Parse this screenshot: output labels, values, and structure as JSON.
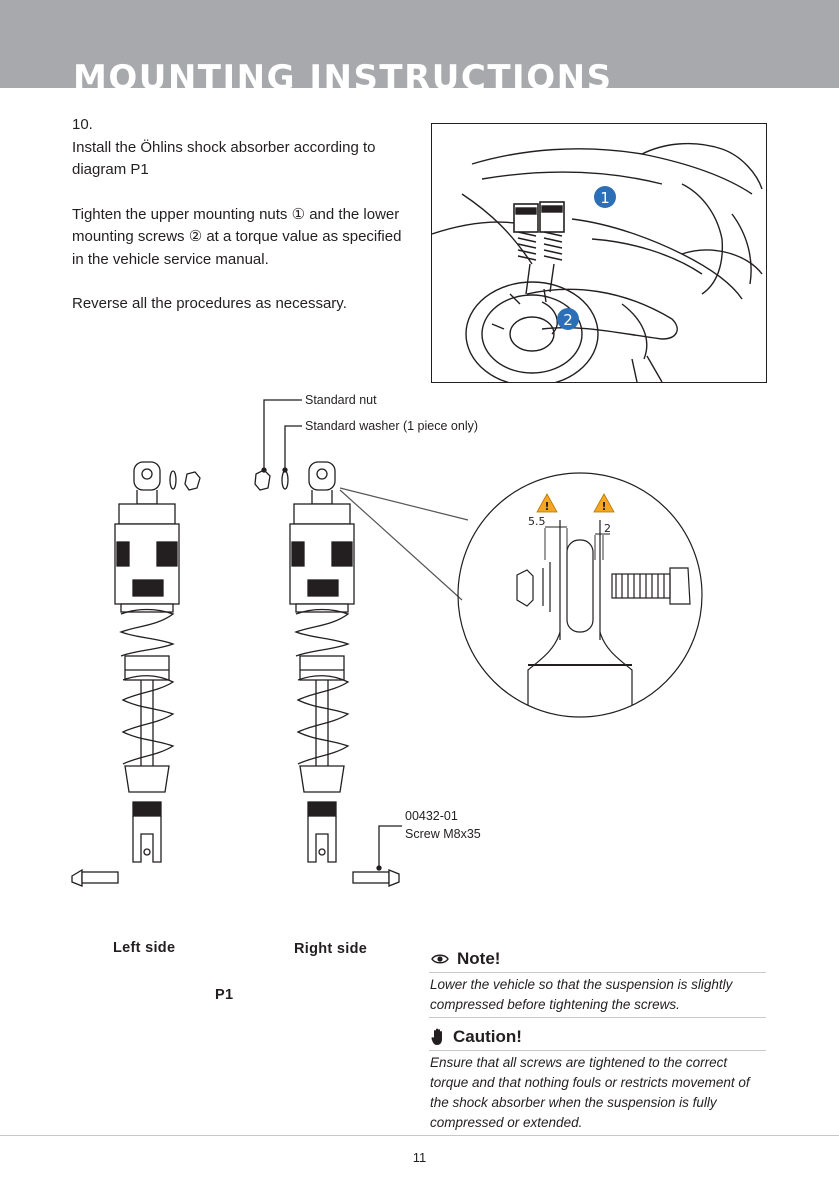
{
  "header": {
    "title": "MOUNTING INSTRUCTIONS"
  },
  "instructions": {
    "step_number": "10.",
    "step_text": "Install the Öhlins shock absorber according to diagram P1",
    "torque_text": "Tighten the upper mounting nuts ① and the lower mounting screws ② at a torque value as specified in the vehicle service manual.",
    "reverse_text": "Reverse all the procedures as necessary."
  },
  "photo": {
    "marker_1": "1",
    "marker_2": "2",
    "marker_color": "#2c6fb7"
  },
  "diagram": {
    "standard_nut": "Standard nut",
    "standard_washer": "Standard washer (1 piece only)",
    "screw_code": "00432-01",
    "screw_name": "Screw M8x35",
    "dim_left": "5.5",
    "dim_right": "2",
    "left_side": "Left side",
    "right_side": "Right side",
    "figure": "P1",
    "warning_color": "#f5a623"
  },
  "note": {
    "title": "Note!",
    "icon": "eye-icon",
    "text": "Lower the vehicle so that the suspension is slightly compressed before tightening the screws."
  },
  "caution": {
    "title": "Caution!",
    "icon": "hand-icon",
    "text": "Ensure that all screws are tightened to the correct torque and that nothing fouls or restricts movement of the shock absorber when the suspension is fully compressed or extended."
  },
  "footer": {
    "page_number": "11"
  }
}
